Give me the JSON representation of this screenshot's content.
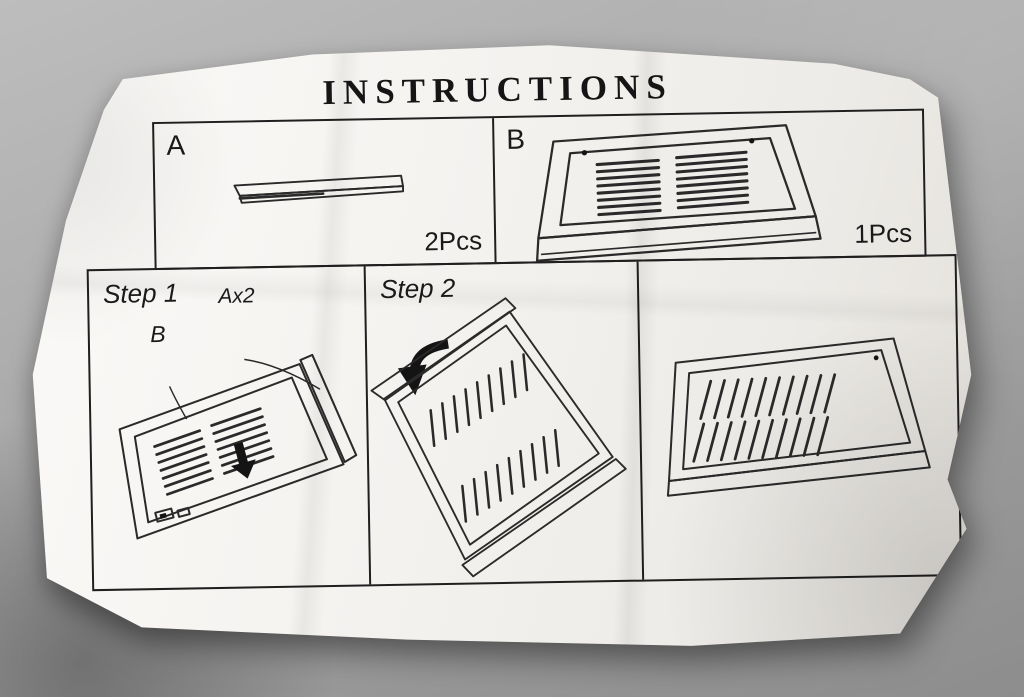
{
  "photo": {
    "surface_color": "#a9a9a9",
    "paper_color": "#f4f2ef",
    "ink_color": "#1e1e1e"
  },
  "sheet": {
    "title": "INSTRUCTIONS",
    "parts": {
      "a": {
        "label": "A",
        "qty": "2Pcs"
      },
      "b": {
        "label": "B",
        "qty": "1Pcs"
      }
    },
    "steps": {
      "step1": {
        "label": "Step 1",
        "callout_a": "Ax2",
        "callout_b": "B"
      },
      "step2": {
        "label": "Step 2"
      }
    }
  }
}
